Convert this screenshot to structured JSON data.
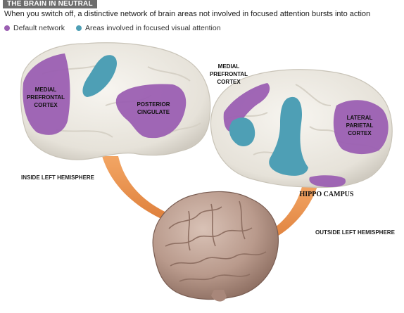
{
  "title": "THE BRAIN IN NEUTRAL",
  "subtitle": "When you switch off, a distinctive network of brain areas not involved in focused attention bursts into action",
  "legend": [
    {
      "label": "Default network",
      "color": "#9b5fb2"
    },
    {
      "label": "Areas involved in focused visual attention",
      "color": "#4e9fb5"
    }
  ],
  "colors": {
    "default": "#9b5fb2",
    "attention": "#4e9fb5",
    "brain": "#ece9e2",
    "arrow": "#e8873a"
  },
  "inside": {
    "caption": "INSIDE LEFT HEMISPHERE",
    "mpfc": [
      "MEDIAL",
      "PREFRONTAL",
      "CORTEX"
    ],
    "pcc": [
      "POSTERIOR",
      "CINGULATE"
    ]
  },
  "outside": {
    "caption": "OUTSIDE LEFT HEMISPHERE",
    "mpfc": [
      "MEDIAL",
      "PREFRONTAL",
      "CORTEX"
    ],
    "lpc": [
      "LATERAL",
      "PARIETAL",
      "CORTEX"
    ],
    "hippo": "HIPPO CAMPUS"
  }
}
